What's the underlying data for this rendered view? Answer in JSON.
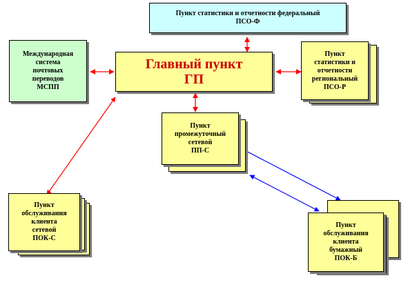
{
  "nodes": {
    "pso_f": {
      "lines": [
        "Пункт статистики и отчетности федеральный",
        "ПСО-Ф"
      ]
    },
    "mspp": {
      "lines": [
        "Международная",
        "система",
        "почтовых",
        "переводов",
        "МСПП"
      ]
    },
    "gp": {
      "lines": [
        "Главный пункт",
        "ГП"
      ]
    },
    "pso_r": {
      "lines": [
        "Пункт",
        "статистики и",
        "отчетности",
        "региональный",
        "ПСО-Р"
      ]
    },
    "pp_s": {
      "lines": [
        "Пункт",
        "промежуточный",
        "сетевой",
        "ПП-С"
      ]
    },
    "pok_s": {
      "lines": [
        "Пункт",
        "обслуживания",
        "клиента",
        "сетевой",
        "ПОК-С"
      ]
    },
    "pok_b": {
      "lines": [
        "Пункт",
        "обслуживания",
        "клиента",
        "бумажный",
        "ПОК-Б"
      ]
    }
  },
  "colors": {
    "pso_f_fill": "#ccffff",
    "mspp_fill": "#ccffcc",
    "gp_fill": "#ffff99",
    "gp_text": "#cc0000",
    "card_fill": "#ffff99",
    "arrow_red": "#ff0000",
    "arrow_blue": "#0000ff"
  }
}
